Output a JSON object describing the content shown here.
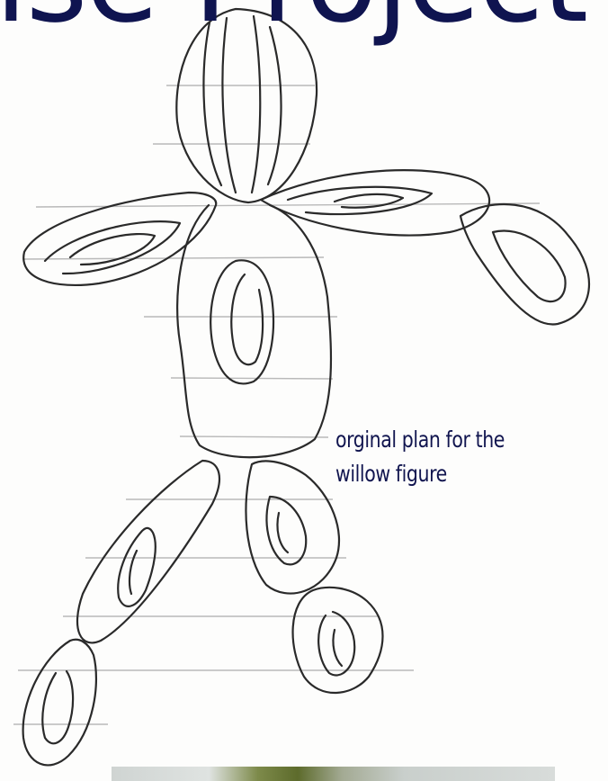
{
  "heading": {
    "text": "ise Project"
  },
  "sketch": {
    "caption": "orginal plan for the willow figure"
  },
  "photo": {
    "icon": "photo-thumbnail"
  }
}
